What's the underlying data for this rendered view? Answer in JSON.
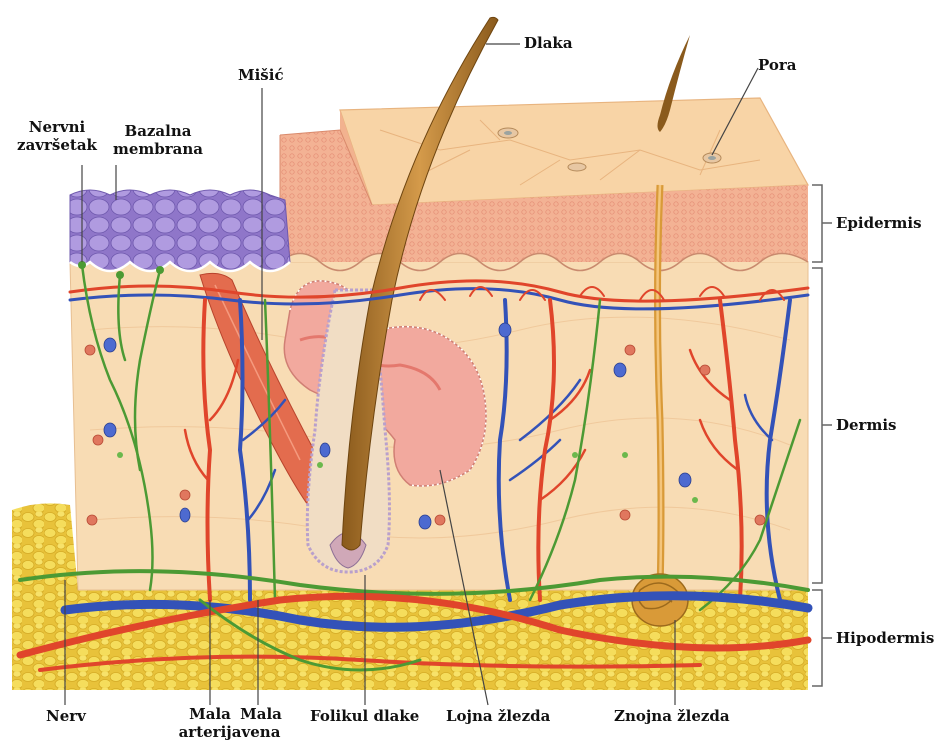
{
  "labels": {
    "dlaka": "Dlaka",
    "pora": "Pora",
    "misic": "Mišić",
    "nervni_zavrsetak": [
      "Nervni",
      "završetak"
    ],
    "bazalna_membrana": [
      "Bazalna",
      "membrana"
    ],
    "epidermis": "Epidermis",
    "dermis": "Dermis",
    "hipodermis": "Hipodermis",
    "nerv": "Nerv",
    "mala_arterija": [
      "Mala",
      "arterija"
    ],
    "mala_vena": [
      "Mala",
      "vena"
    ],
    "folikul_dlake": "Folikul dlake",
    "lojna_zlezda": "Lojna žlezda",
    "znojna_zlezda": "Znojna žlezda"
  },
  "colors": {
    "epidermis": "#f3b89a",
    "epidermis_surface": "#f9d9b0",
    "dermis": "#f8dcb4",
    "hypodermis_fat": "#f1d243",
    "basal_cells": "#a58fd8",
    "artery": "#e0452b",
    "vein": "#3352b8",
    "nerve": "#4c9a34",
    "hair": "#b07a2c",
    "gland": "#f1a79c",
    "sweat_gland": "#d99a38",
    "muscle": "#e36c4e"
  }
}
